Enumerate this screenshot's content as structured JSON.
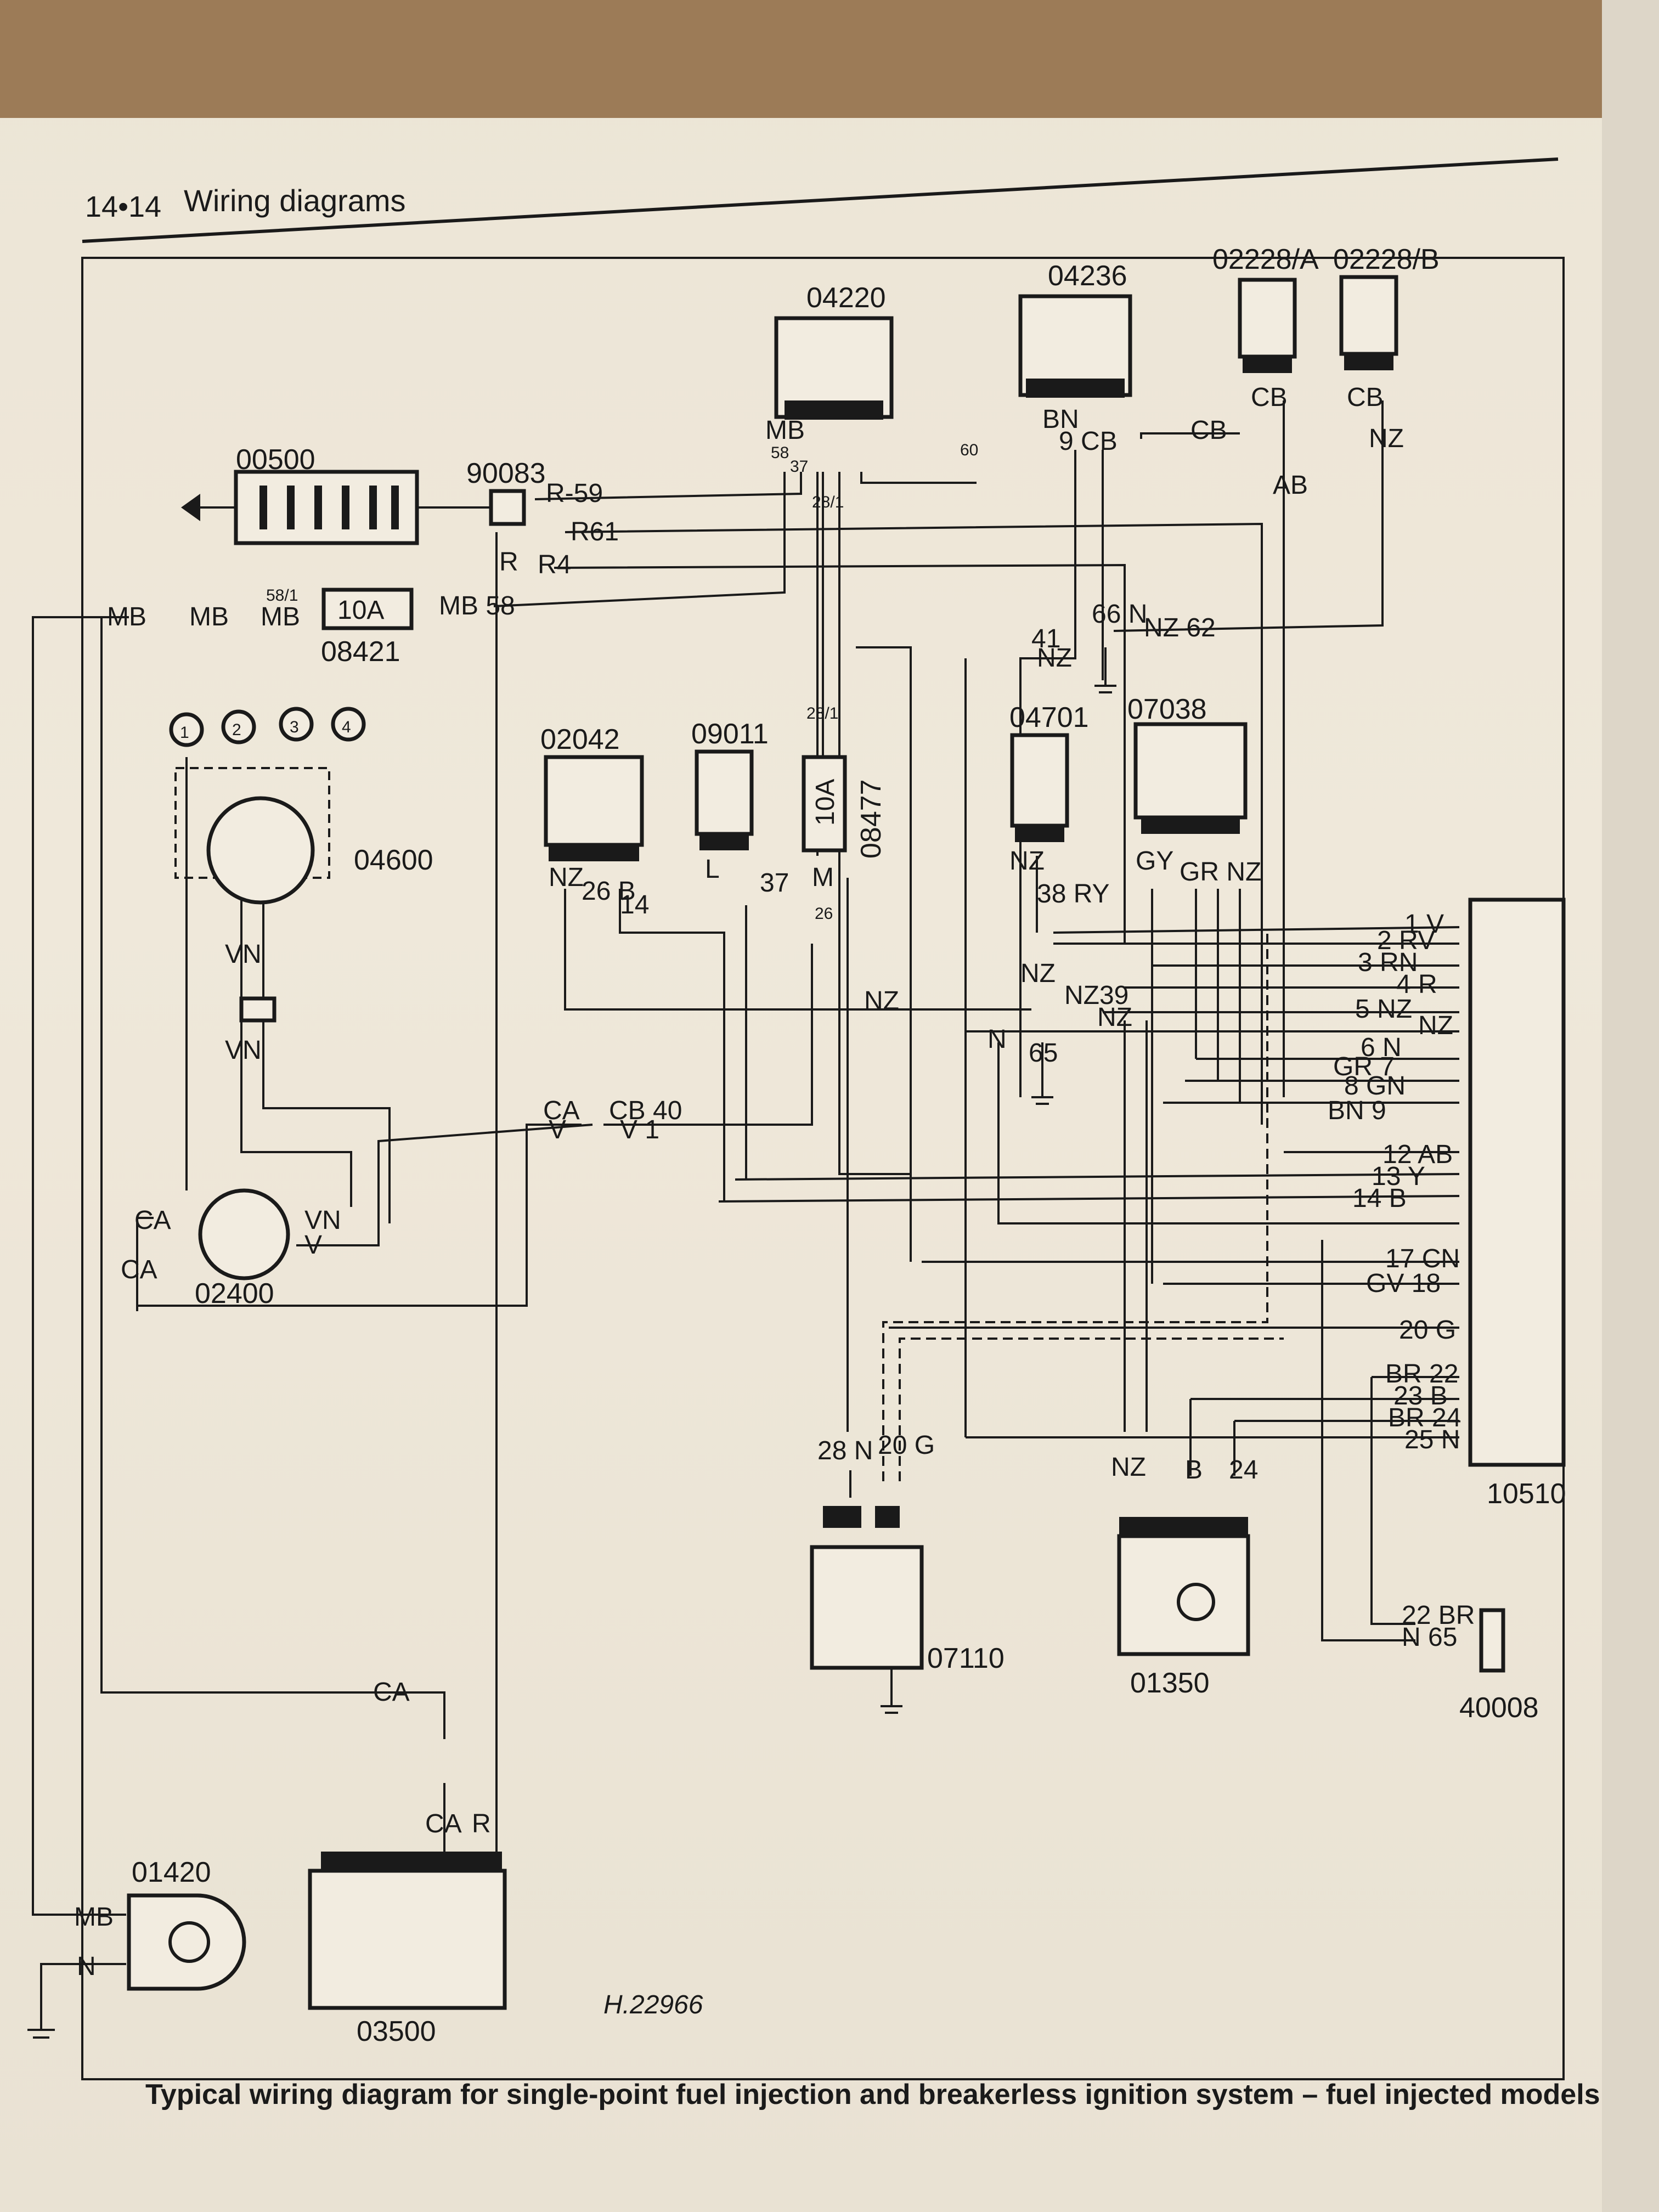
{
  "header": {
    "page_number": "14•14",
    "title": "Wiring diagrams"
  },
  "components": [
    {
      "code": "00500"
    },
    {
      "code": "90083"
    },
    {
      "code": "08421",
      "rating": "10A"
    },
    {
      "code": "04220"
    },
    {
      "code": "04236"
    },
    {
      "code": "02228/A"
    },
    {
      "code": "02228/B"
    },
    {
      "code": "04600",
      "terminals": [
        "1",
        "2",
        "3",
        "4"
      ]
    },
    {
      "code": "02400"
    },
    {
      "code": "02042"
    },
    {
      "code": "09011"
    },
    {
      "code": "08477",
      "rating": "10A"
    },
    {
      "code": "04701"
    },
    {
      "code": "07038"
    },
    {
      "code": "10510"
    },
    {
      "code": "07110"
    },
    {
      "code": "01350"
    },
    {
      "code": "40008"
    },
    {
      "code": "01420"
    },
    {
      "code": "03500"
    }
  ],
  "wire_labels": [
    "R-59",
    "R61",
    "R",
    "R4",
    "MB",
    "MB",
    "MB",
    "58/1",
    "MB 58",
    "MB",
    "58",
    "37",
    "28/1",
    "60",
    "BN",
    "9 CB",
    "CB",
    "CB",
    "CB",
    "NZ",
    "AB",
    "66 N",
    "NZ 62",
    "41",
    "NZ",
    "28/1",
    "M",
    "26",
    "NZ",
    "26 B",
    "14",
    "L",
    "37",
    "NZ",
    "NZ",
    "NZ39",
    "NZ",
    "N",
    "65",
    "NZ",
    "38 RY",
    "GY",
    "GR NZ",
    "CA",
    "CB 40",
    "V",
    "V 1",
    "VN",
    "VN",
    "CA",
    "CA",
    "VN",
    "V",
    "CA",
    "CA",
    "R",
    "MB",
    "N",
    "28 N",
    "20 G",
    "NZ",
    "B",
    "24",
    "22 BR",
    "N 65",
    "H.22966"
  ],
  "ecu_pins": [
    "1 V",
    "2 RV",
    "3 RN",
    "4 R",
    "5 NZ",
    "NZ",
    "6 N",
    "GR 7",
    "8 GN",
    "BN 9",
    "12 AB",
    "13 Y",
    "14 B",
    "17 CN",
    "GV 18",
    "20 G",
    "BR 22",
    "23 B",
    "BR 24",
    "25 N"
  ],
  "caption": "Typical wiring diagram for single-point fuel injection and breakerless ignition system – fuel injected models"
}
